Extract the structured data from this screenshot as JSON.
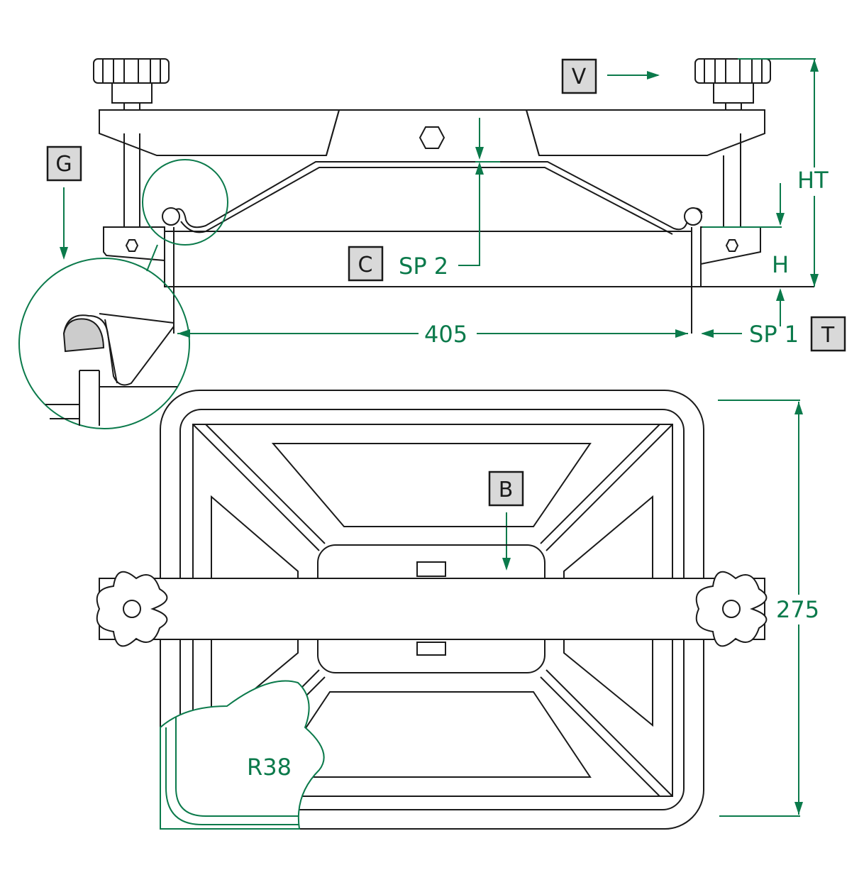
{
  "labels": {
    "V": "V",
    "G": "G",
    "C": "C",
    "T": "T",
    "B": "B"
  },
  "dimensions": {
    "HT": "HT",
    "H": "H",
    "SP2": "SP 2",
    "width": "405",
    "SP1": "SP 1",
    "height": "275",
    "radius": "R38"
  },
  "colors": {
    "dimension": "#0b7a4b",
    "label_fill": "#d9d9d9",
    "line": "#1a1a1a"
  }
}
